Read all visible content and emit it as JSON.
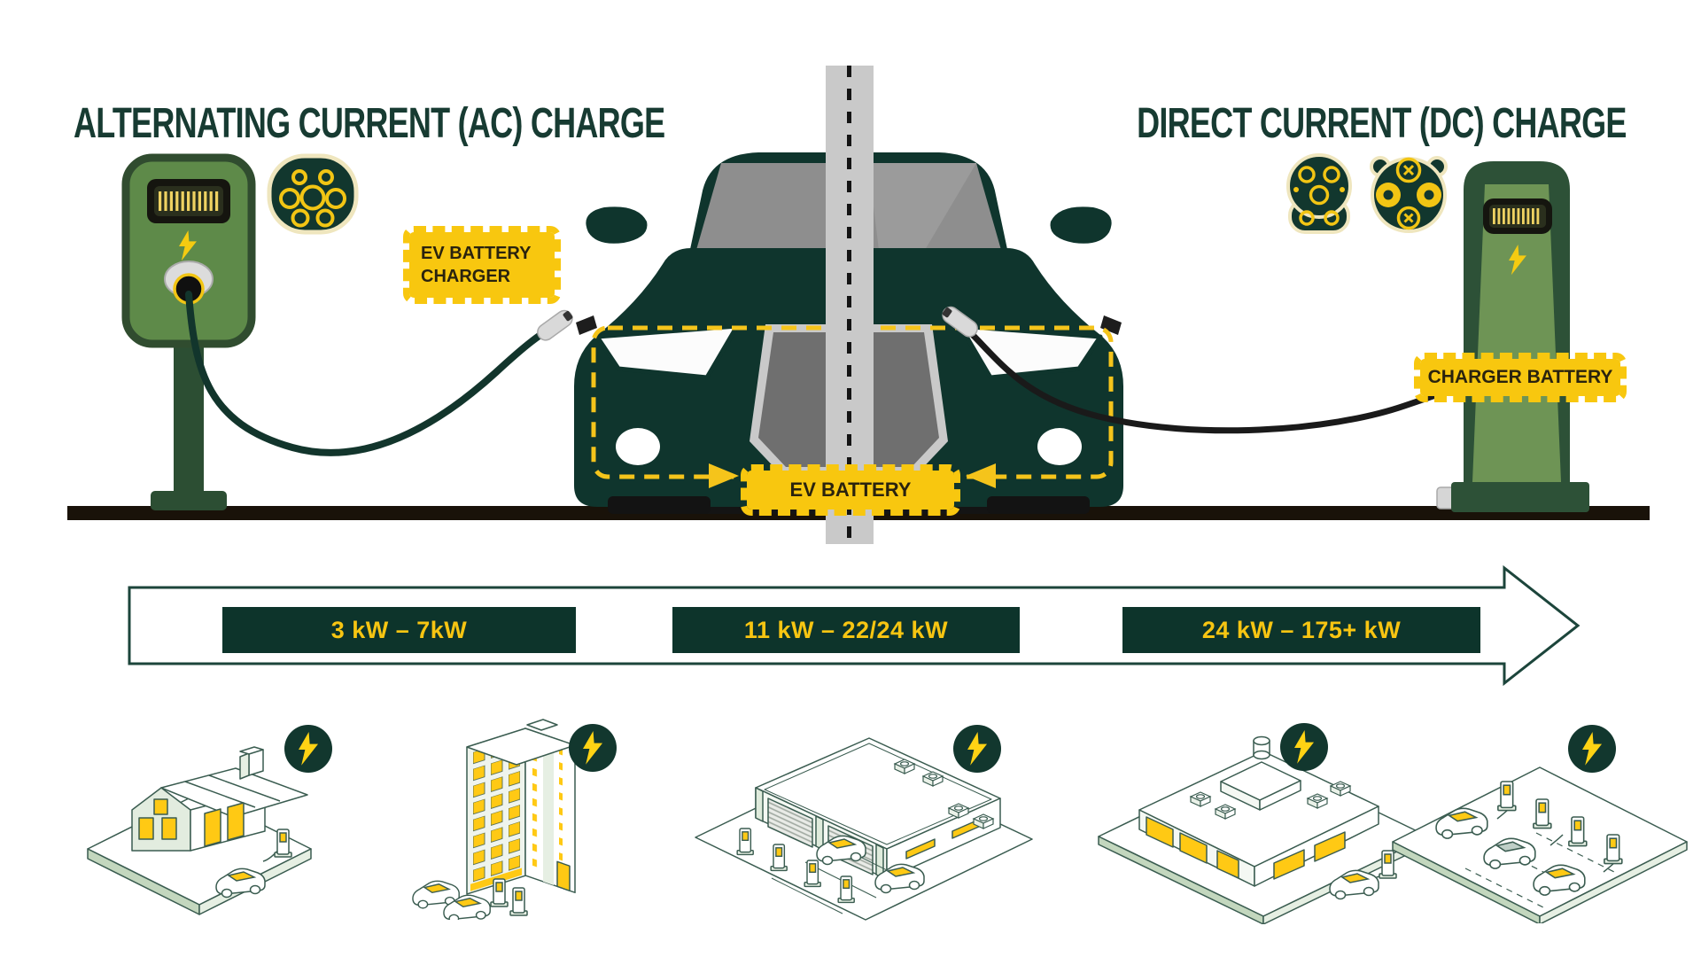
{
  "header": {
    "ac_title": "ALTERNATING CURRENT (AC) CHARGE",
    "dc_title": "DIRECT CURRENT (DC) CHARGE"
  },
  "scene": {
    "ev_battery_charger_label": "EV BATTERY CHARGER",
    "charger_battery_label": "CHARGER BATTERY",
    "ev_battery_label": "EV BATTERY"
  },
  "power_scale": {
    "ranges": [
      {
        "label": "3 kW – 7kW"
      },
      {
        "label": "11 kW – 22/24 kW"
      },
      {
        "label": "24 kW – 175+ kW"
      }
    ]
  },
  "icons": {
    "type2": "type2-plug-icon",
    "chademo": "chademo-plug-icon",
    "ccs": "ccs-plug-icon",
    "bolt": "lightning-bolt-icon"
  },
  "colors": {
    "title_green": "#173B32",
    "box_green": "#0D342B",
    "car_green": "#0F352D",
    "icon_green": "#12372E",
    "charger_green": "#5E8A49",
    "pillar_green": "#2D5137",
    "panel_green": "#6E9455",
    "label_yellow": "#F8C70F",
    "bolt_yellow": "#FFD314",
    "window_yellow": "#FFC914",
    "divider_gray": "#C9C9C9"
  }
}
